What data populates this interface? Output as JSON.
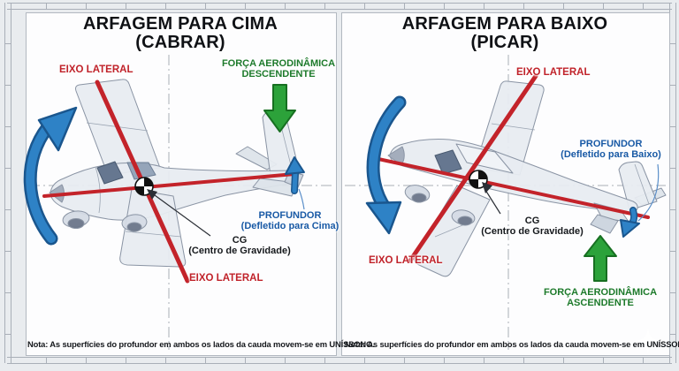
{
  "colors": {
    "axis_red": "#c0222a",
    "force_green_text": "#1d7a2b",
    "force_green_arrow": "#2ca23a",
    "elevator_blue_text": "#1859a5",
    "rotation_blue_arrow": "#2e82c6",
    "text_black": "#15181c",
    "card_background": "#fdfdfe",
    "paper_background": "#e9ecef"
  },
  "panels": [
    {
      "title_line1": "ARFAGEM PARA CIMA",
      "title_line2": "(CABRAR)",
      "lateral_axis_top": "EIXO LATERAL",
      "lateral_axis_bottom": "EIXO LATERAL",
      "force_line1": "FORÇA AERODINÂMICA",
      "force_line2": "DESCENDENTE",
      "elevator_line1": "PROFUNDOR",
      "elevator_line2": "(Defletido para Cima)",
      "cg_line1": "CG",
      "cg_line2": "(Centro de Gravidade)",
      "note": "Nota: As superfícies do profundor em ambos os lados da cauda movem-se em UNÍSSONO."
    },
    {
      "title_line1": "ARFAGEM PARA BAIXO",
      "title_line2": "(PICAR)",
      "lateral_axis_top": "EIXO LATERAL",
      "lateral_axis_bottom": "EIXO LATERAL",
      "force_line1": "FORÇA AERODINÂMICA",
      "force_line2": "ASCENDENTE",
      "elevator_line1": "PROFUNDOR",
      "elevator_line2": "(Defletido para Baixo)",
      "cg_line1": "CG",
      "cg_line2": "(Centro de Gravidade)",
      "note": "Nota: As superfícies do profundor em ambos os lados da cauda movem-se em UNÍSSONO."
    }
  ]
}
